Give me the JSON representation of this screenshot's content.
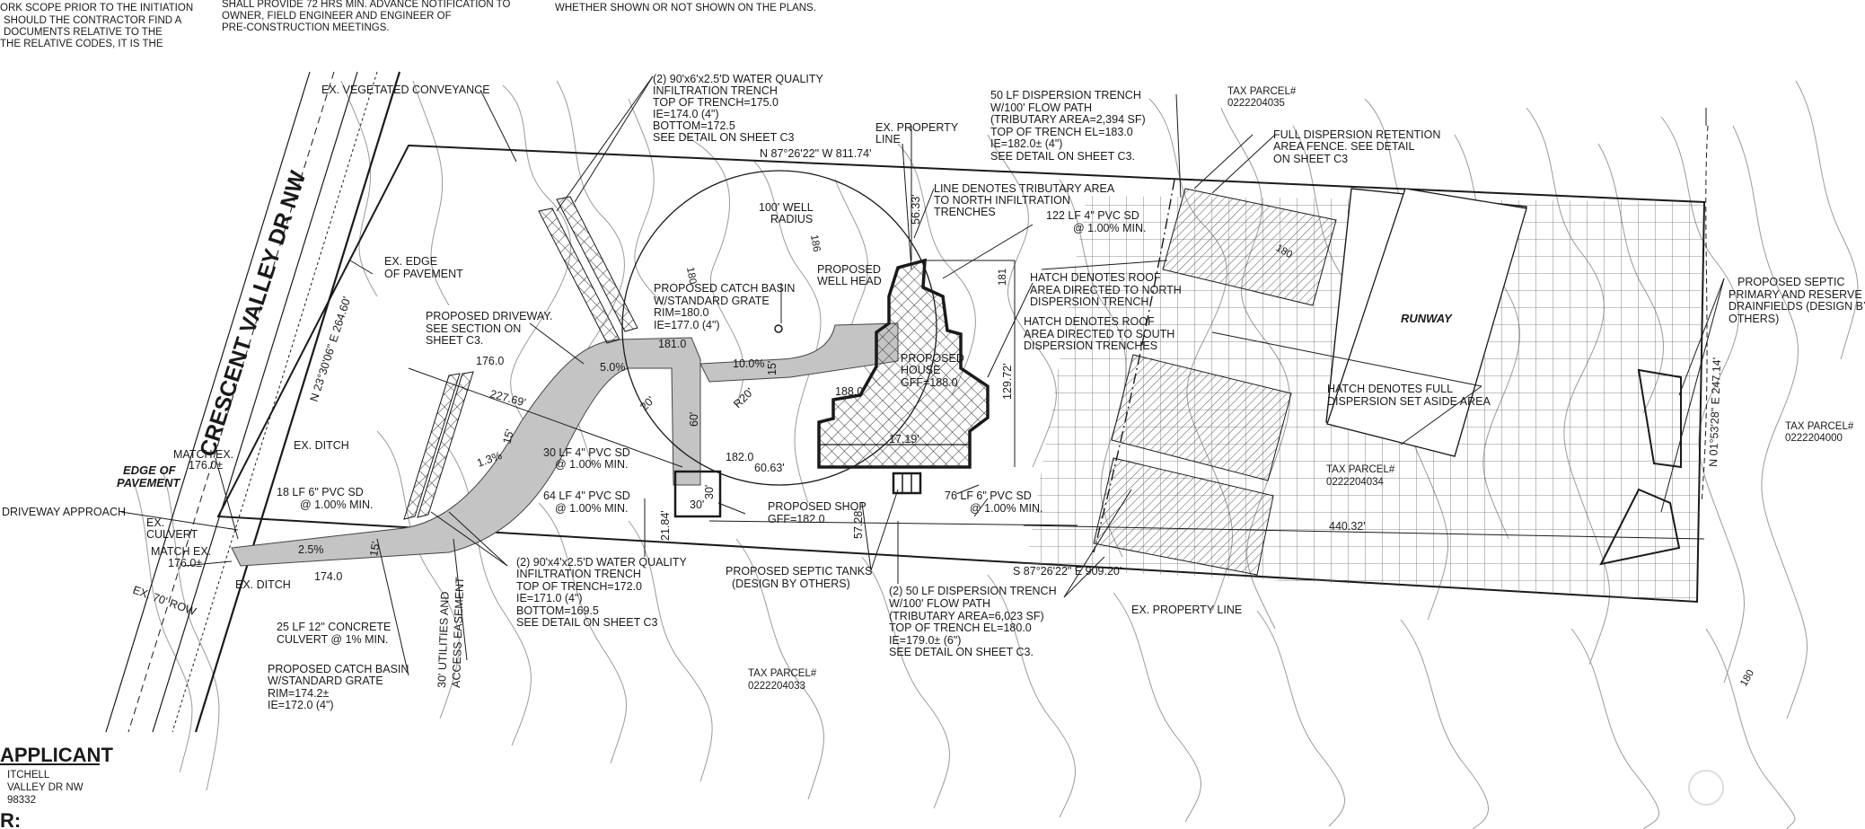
{
  "notes": {
    "left": [
      "ORK SCOPE PRIOR TO THE INITIATION",
      "SHOULD THE CONTRACTOR FIND A",
      "DOCUMENTS RELATIVE TO THE",
      "THE RELATIVE CODES, IT IS THE"
    ],
    "middle": [
      "SHALL PROVIDE 72 HRS MIN. ADVANCE NOTIFICATION TO",
      "OWNER, FIELD ENGINEER AND ENGINEER OF",
      "PRE-CONSTRUCTION MEETINGS."
    ],
    "right": [
      "WHETHER SHOWN OR NOT SHOWN ON THE PLANS."
    ]
  },
  "road": {
    "name": "CRESCENT VALLEY DR NW",
    "bearing": "N 23°30'06\" E 264.60'",
    "row": "EX. 70' ROW"
  },
  "boundary": {
    "north": "N 87°26'22\" W 811.74'",
    "south": "S 87°26'22\" E 909.20'",
    "east": "N 01°53'28\" E 247.14'",
    "dim_440": "440.32'"
  },
  "parcels": {
    "north": [
      "TAX PARCEL#",
      "0222204035"
    ],
    "east": [
      "TAX PARCEL#",
      "0222204000"
    ],
    "site": [
      "TAX PARCEL#",
      "0222204034"
    ],
    "south": [
      "TAX PARCEL#",
      "0222204033"
    ]
  },
  "callouts": {
    "veg_conveyance": "EX. VEGETATED CONVEYANCE",
    "trench_north": [
      "(2) 90'x6'x2.5'D WATER QUALITY",
      "INFILTRATION TRENCH",
      "TOP OF TRENCH=175.0",
      "IE=174.0 (4\")",
      "BOTTOM=172.5",
      "SEE DETAIL ON SHEET C3"
    ],
    "ex_property_line": [
      "EX. PROPERTY",
      "LINE"
    ],
    "dispersion_50": [
      "50 LF DISPERSION TRENCH",
      "W/100' FLOW PATH",
      "(TRIBUTARY AREA=2,394 SF)",
      "TOP OF TRENCH EL=183.0",
      "IE=182.0± (4\")",
      "SEE DETAIL ON SHEET C3."
    ],
    "full_dispersion_fence": [
      "FULL DISPERSION RETENTION",
      "AREA FENCE. SEE DETAIL",
      "ON SHEET C3"
    ],
    "tributary_north": [
      "LINE DENOTES TRIBUTARY AREA",
      "TO NORTH INFILTRATION",
      "TRENCHES"
    ],
    "pvc_122": [
      "122 LF 4\" PVC SD",
      "@ 1.00% MIN."
    ],
    "well_radius": [
      "100' WELL",
      "RADIUS"
    ],
    "ex_edge": [
      "EX. EDGE",
      "OF PAVEMENT"
    ],
    "catch_basin_top": [
      "PROPOSED CATCH BASIN",
      "W/STANDARD GRATE",
      "RIM=180.0",
      "IE=177.0 (4\")"
    ],
    "well_head": [
      "PROPOSED",
      "WELL HEAD"
    ],
    "hatch_north": [
      "HATCH DENOTES ROOF",
      "AREA DIRECTED TO NORTH",
      "DISPERSION TRENCH"
    ],
    "hatch_south": [
      "HATCH DENOTES ROOF",
      "AREA DIRECTED TO SOUTH",
      "DISPERSION TRENCHES"
    ],
    "driveway": [
      "PROPOSED DRIVEWAY.",
      "SEE SECTION ON",
      "SHEET C3."
    ],
    "house": [
      "PROPOSED",
      "HOUSE",
      "GFF=188.0"
    ],
    "runway": "RUNWAY",
    "septic_drainfields": [
      "PROPOSED SEPTIC",
      "PRIMARY AND RESERVE",
      "DRAINFIELDS (DESIGN BY",
      "OTHERS)"
    ],
    "hatch_full": [
      "HATCH DENOTES FULL",
      "DISPERSION SET ASIDE AREA"
    ],
    "ex_ditch_upper": "EX. DITCH",
    "pvc_30": [
      "30 LF 4\" PVC SD",
      "@ 1.00% MIN."
    ],
    "pvc_64": [
      "64 LF 4\" PVC SD",
      "@ 1.00% MIN."
    ],
    "shop": [
      "PROPOSED SHOP",
      "GFF=182.0"
    ],
    "pvc_76": [
      "76 LF 6\" PVC SD",
      "@ 1.00% MIN."
    ],
    "match_upper": [
      "MATCH EX.",
      "176.0±"
    ],
    "edge_pavement": [
      "EDGE OF",
      "PAVEMENT"
    ],
    "pvc_18": [
      "18 LF 6\" PVC SD",
      "@ 1.00% MIN."
    ],
    "driveway_approach": "DRIVEWAY APPROACH",
    "ex_culvert": [
      "EX.",
      "CULVERT"
    ],
    "match_lower": [
      "MATCH EX.",
      "176.0±"
    ],
    "ex_ditch_lower": "EX. DITCH",
    "trench_south": [
      "(2) 90'x4'x2.5'D WATER QUALITY",
      "INFILTRATION TRENCH",
      "TOP OF TRENCH=172.0",
      "IE=171.0 (4\")",
      "BOTTOM=169.5",
      "SEE DETAIL ON SHEET C3"
    ],
    "septic_tanks": [
      "PROPOSED SEPTIC TANKS",
      "(DESIGN BY OTHERS)"
    ],
    "dispersion_2x50": [
      "(2) 50 LF DISPERSION TRENCH",
      "W/100' FLOW PATH",
      "(TRIBUTARY AREA=6,023 SF)",
      "TOP OF TRENCH EL=180.0",
      "IE=179.0± (6\")",
      "SEE DETAIL ON SHEET C3."
    ],
    "ex_property_line_south": "EX. PROPERTY LINE",
    "concrete_culvert": [
      "25 LF 12\" CONCRETE",
      "CULVERT @ 1% MIN."
    ],
    "easement": [
      "30' UTILITIES AND",
      "ACCESS EASEMENT"
    ],
    "catch_basin_bottom": [
      "PROPOSED CATCH BASIN",
      "W/STANDARD GRATE",
      "RIM=174.2±",
      "IE=172.0 (4\")"
    ]
  },
  "dims": {
    "d176": "176.0",
    "d227": "227.69'",
    "d5pct": "5.0%",
    "d181": "181.0",
    "d20a": "20'",
    "d20b": "R20'",
    "d60": "60'",
    "d10pct": "10.0%",
    "d15a": "15'",
    "d188": "188.0",
    "d182": "182.0",
    "d6063": "60.63'",
    "d30": "30'",
    "d30b": "30'",
    "d2184": "21.84'",
    "d5728": "57.28'",
    "d1719": "17.19'",
    "d12972": "129.72'",
    "d5633": "56.33'",
    "d13pct": "1.3%",
    "d15b": "15'",
    "d25pct": "2.5%",
    "d15c": "15'",
    "d174": "174.0",
    "c180a": "180",
    "c186": "186",
    "c180b": "180",
    "c180c": "180",
    "c181": "181"
  },
  "applicant": {
    "heading": "APPLICANT",
    "lines": [
      "ITCHELL",
      "VALLEY DR NW",
      "98332"
    ],
    "next": "R:"
  }
}
